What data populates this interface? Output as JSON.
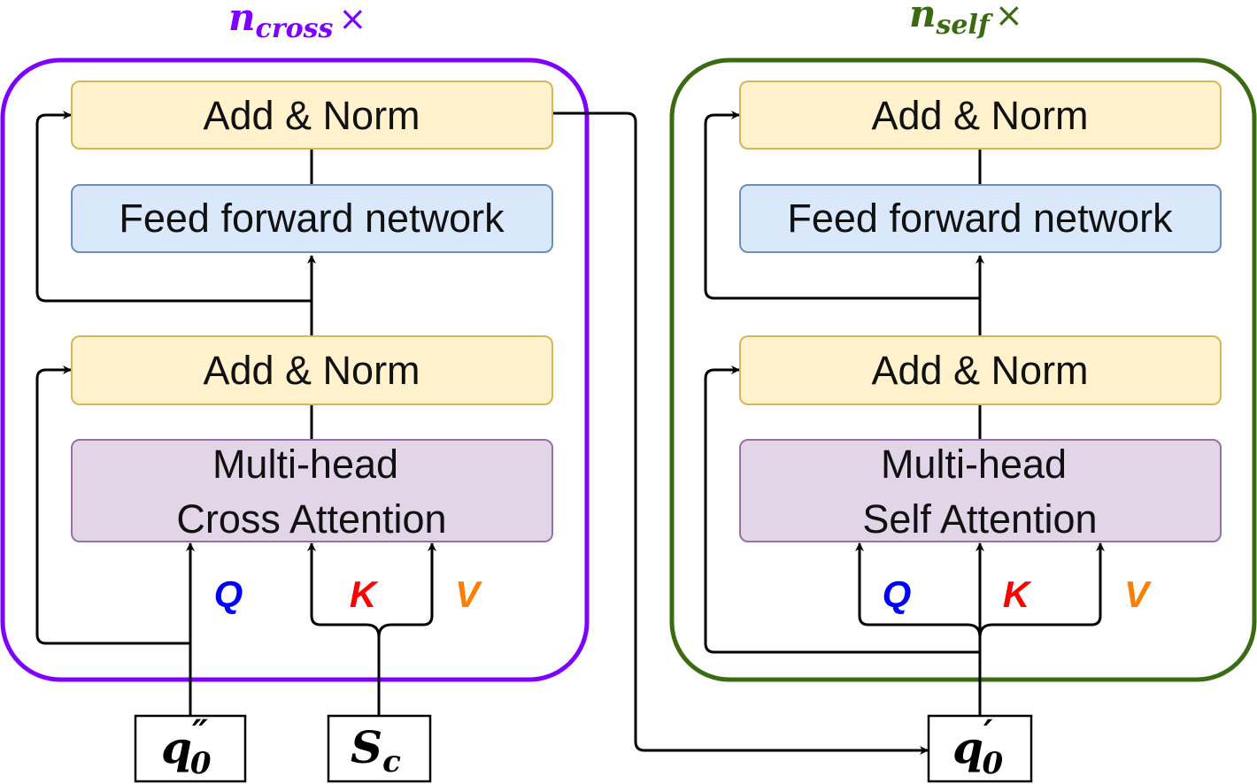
{
  "colors": {
    "cross_frame": "#7f00ff",
    "self_frame": "#3a6b10",
    "addnorm_fill": "#fff2cc",
    "addnorm_stroke": "#d6b656",
    "ffn_fill": "#dae8fc",
    "ffn_stroke": "#6c8ebf",
    "attn_fill": "#e1d5e7",
    "attn_stroke": "#9673a6",
    "q": "#0000ff",
    "k": "#ff0000",
    "v": "#ff8000"
  },
  "cross": {
    "repeat_base": "n",
    "repeat_sub": "cross",
    "repeat_times": "×",
    "add_norm_top": "Add & Norm",
    "ffn": "Feed forward network",
    "add_norm_bottom": "Add & Norm",
    "attn_line1": "Multi-head",
    "attn_line2": "Cross Attention",
    "q": "Q",
    "k": "K",
    "v": "V"
  },
  "self": {
    "repeat_base": "n",
    "repeat_sub": "self",
    "repeat_times": "×",
    "add_norm_top": "Add & Norm",
    "ffn": "Feed forward network",
    "add_norm_bottom": "Add & Norm",
    "attn_line1": "Multi-head",
    "attn_line2": "Self Attention",
    "q": "Q",
    "k": "K",
    "v": "V"
  },
  "inputs": {
    "q0pp_base": "q",
    "q0pp_prime": "″",
    "q0pp_sub": "0",
    "sc_base": "S",
    "sc_sub": "c",
    "q0p_base": "q",
    "q0p_prime": "′",
    "q0p_sub": "0"
  }
}
